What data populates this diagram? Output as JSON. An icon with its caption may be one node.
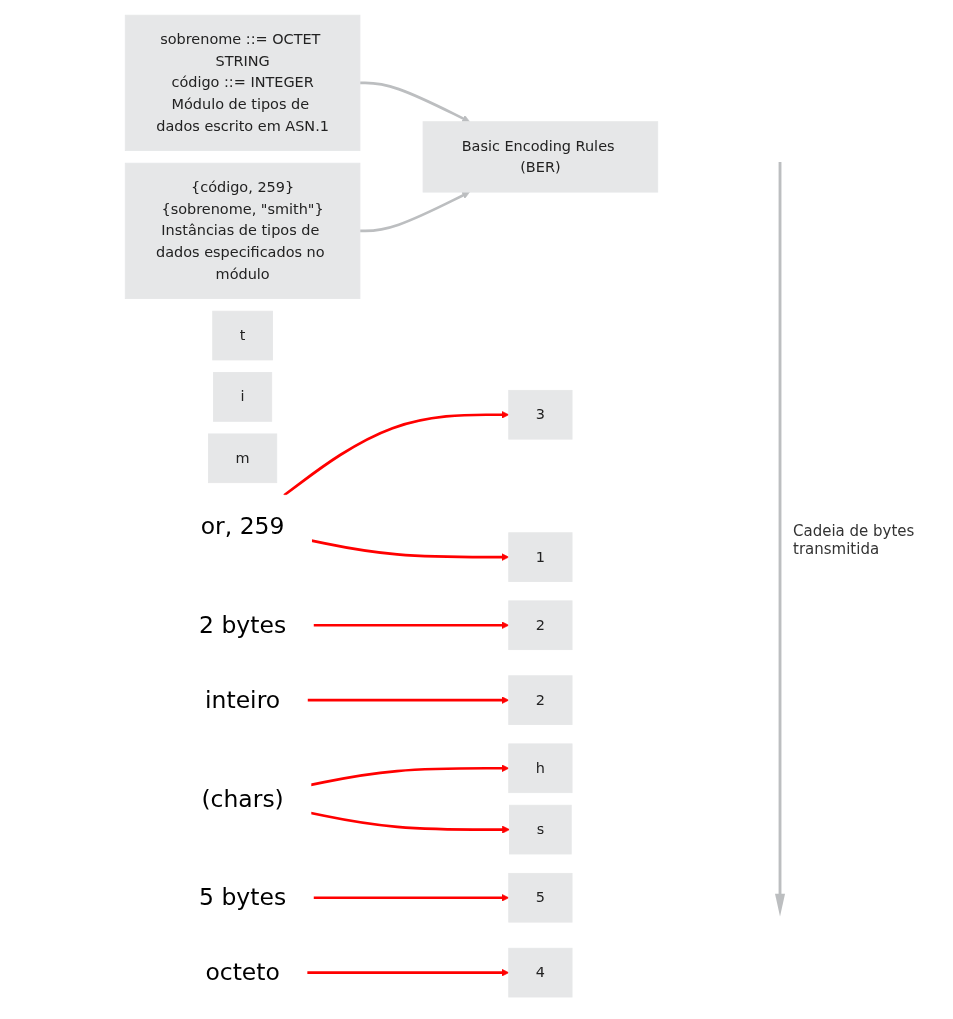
{
  "diagram": {
    "nodes": [
      {
        "text": [
          "sobrenome ::= OCTET STRING",
          "código ::= INTEGER",
          "Módulo de tipos de dados escrito em ASN.1"
        ]
      },
      {
        "text": [
          "{código, 259}",
          "{sobrenome, \"smith\"}",
          "Instâncias de tipos de dados especificados no módulo"
        ]
      },
      {
        "text": [
          "Basic Encoding Rules (BER)"
        ]
      },
      {
        "text": [
          "3"
        ]
      },
      {
        "text": [
          "1"
        ]
      },
      {
        "text": [
          "2"
        ]
      },
      {
        "text": [
          "2"
        ]
      },
      {
        "text": [
          "h"
        ]
      },
      {
        "text": [
          "t"
        ]
      },
      {
        "text": [
          "i"
        ]
      },
      {
        "text": [
          "m"
        ]
      },
      {
        "text": [
          "s"
        ]
      },
      {
        "text": [
          "5"
        ]
      },
      {
        "text": [
          "4"
        ]
      },
      {
        "text": [
          "or, 259"
        ]
      },
      {
        "text": [
          "2 bytes"
        ]
      },
      {
        "text": [
          "inteiro"
        ]
      },
      {
        "text": [
          "(chars)"
        ]
      },
      {
        "text": [
          "5 bytes"
        ]
      },
      {
        "text": [
          "octeto"
        ]
      }
    ],
    "edges": [
      {
        "from": 0,
        "to": 2,
        "arrow": "to",
        "color": "#bcbec0"
      },
      {
        "from": 1,
        "to": 2,
        "arrow": "to",
        "color": "#bcbec0"
      },
      {
        "from": 14,
        "to": 3,
        "arrow": "to"
      },
      {
        "from": 14,
        "to": 4,
        "arrow": "to"
      },
      {
        "from": 15,
        "to": 5,
        "arrow": "to"
      },
      {
        "from": 16,
        "to": 6,
        "arrow": "to"
      },
      {
        "from": 17,
        "to": 7,
        "arrow": "to"
      },
      {
        "from": 17,
        "to": 11,
        "arrow": "to"
      },
      {
        "from": 18,
        "to": 12,
        "arrow": "to"
      },
      {
        "from": 19,
        "to": 13,
        "arrow": "to"
      }
    ],
    "labels": [
      "Cadeia de bytes transmitida"
    ]
  }
}
